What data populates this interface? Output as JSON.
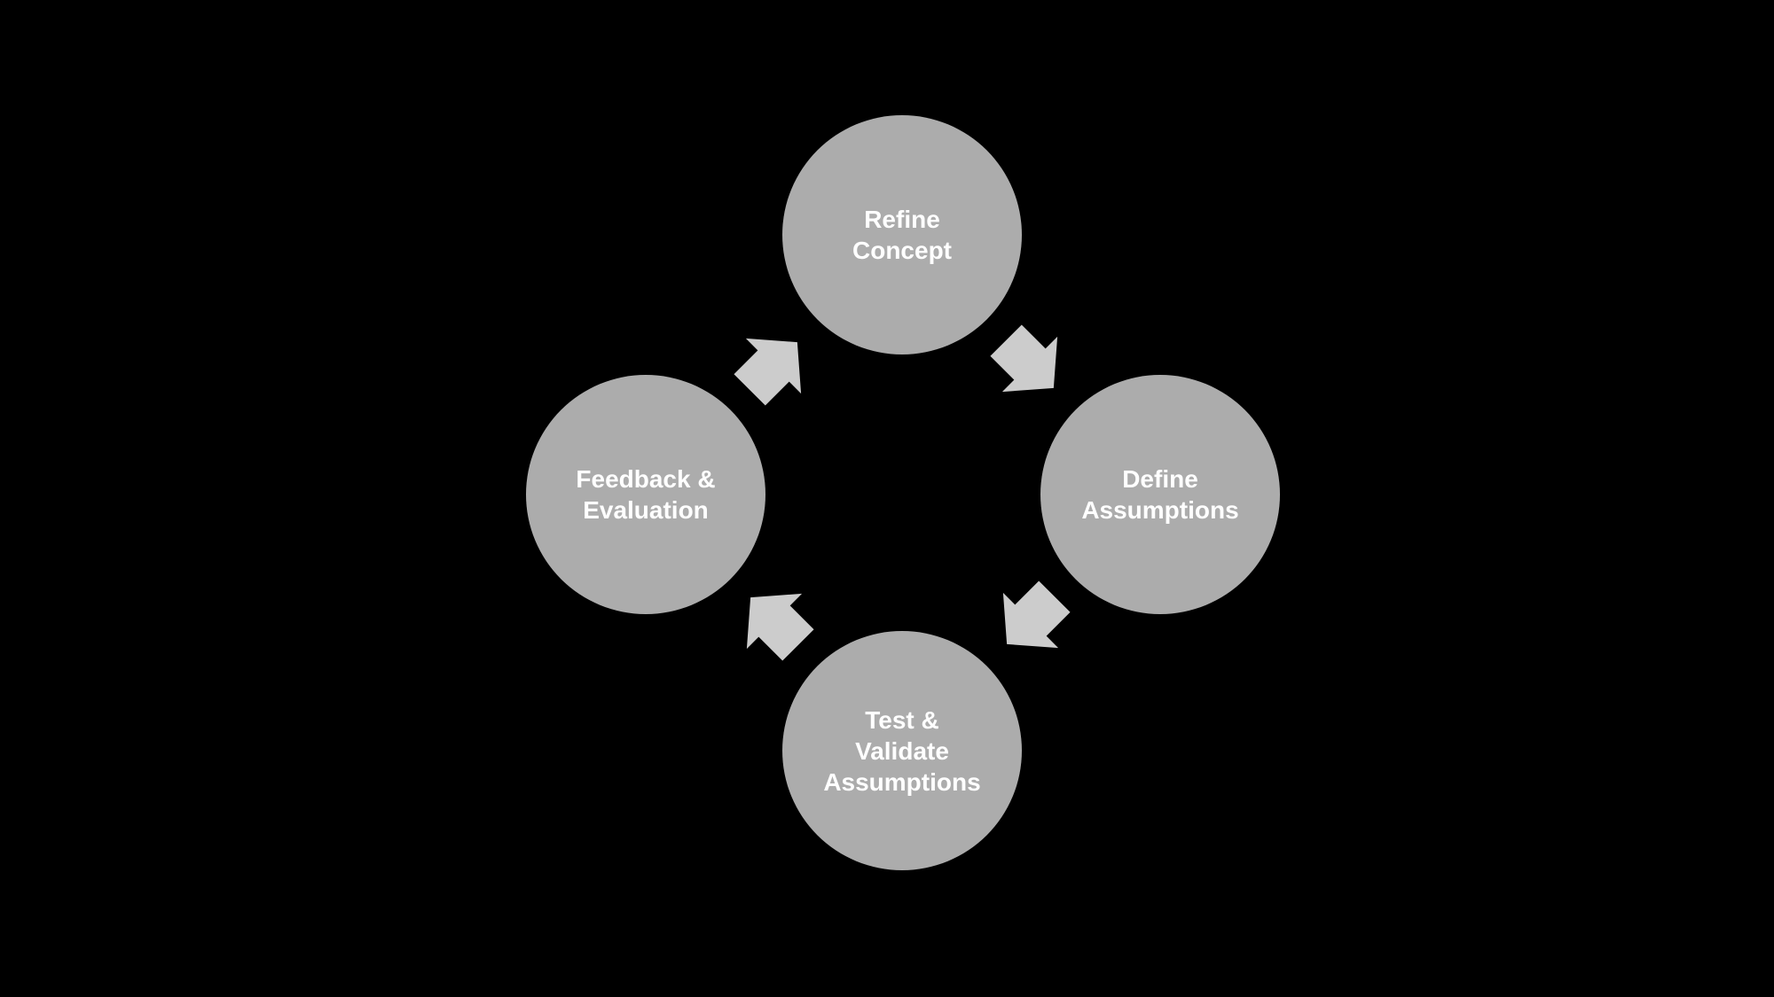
{
  "diagram": {
    "type": "cycle",
    "direction": "clockwise",
    "colors": {
      "bg": "#000000",
      "circle": "#acacac",
      "arrow": "#cccccc",
      "text": "#ffffff"
    },
    "steps": [
      {
        "id": "refine-concept",
        "position": "top",
        "label": "Refine\nConcept"
      },
      {
        "id": "define-assumptions",
        "position": "right",
        "label": "Define\nAssumptions"
      },
      {
        "id": "test-validate-assumptions",
        "position": "bottom",
        "label": "Test &\nValidate\nAssumptions"
      },
      {
        "id": "feedback-evaluation",
        "position": "left",
        "label": "Feedback &\nEvaluation"
      }
    ],
    "arrows": [
      {
        "id": "arrow-refine-to-define",
        "from": "Refine Concept",
        "to": "Define Assumptions",
        "points": "south-east"
      },
      {
        "id": "arrow-define-to-test",
        "from": "Define Assumptions",
        "to": "Test & Validate Assumptions",
        "points": "south-west"
      },
      {
        "id": "arrow-test-to-feedback",
        "from": "Test & Validate Assumptions",
        "to": "Feedback & Evaluation",
        "points": "north-west"
      },
      {
        "id": "arrow-feedback-to-refine",
        "from": "Feedback & Evaluation",
        "to": "Refine Concept",
        "points": "north-east"
      }
    ]
  }
}
